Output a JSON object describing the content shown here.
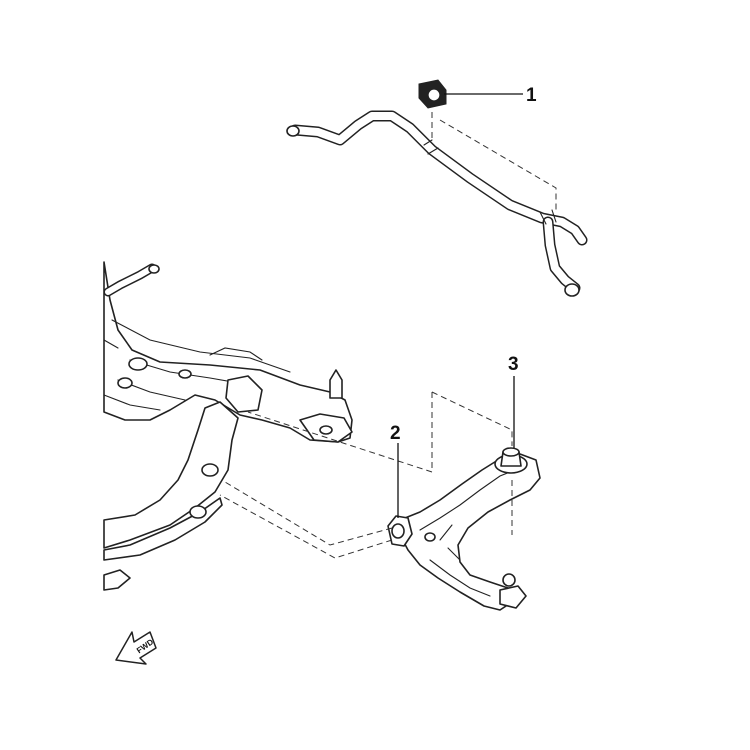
{
  "diagram": {
    "callouts": [
      {
        "id": "1",
        "text": "1"
      },
      {
        "id": "2",
        "text": "2"
      },
      {
        "id": "3",
        "text": "3"
      }
    ],
    "direction_label": "FWD"
  }
}
